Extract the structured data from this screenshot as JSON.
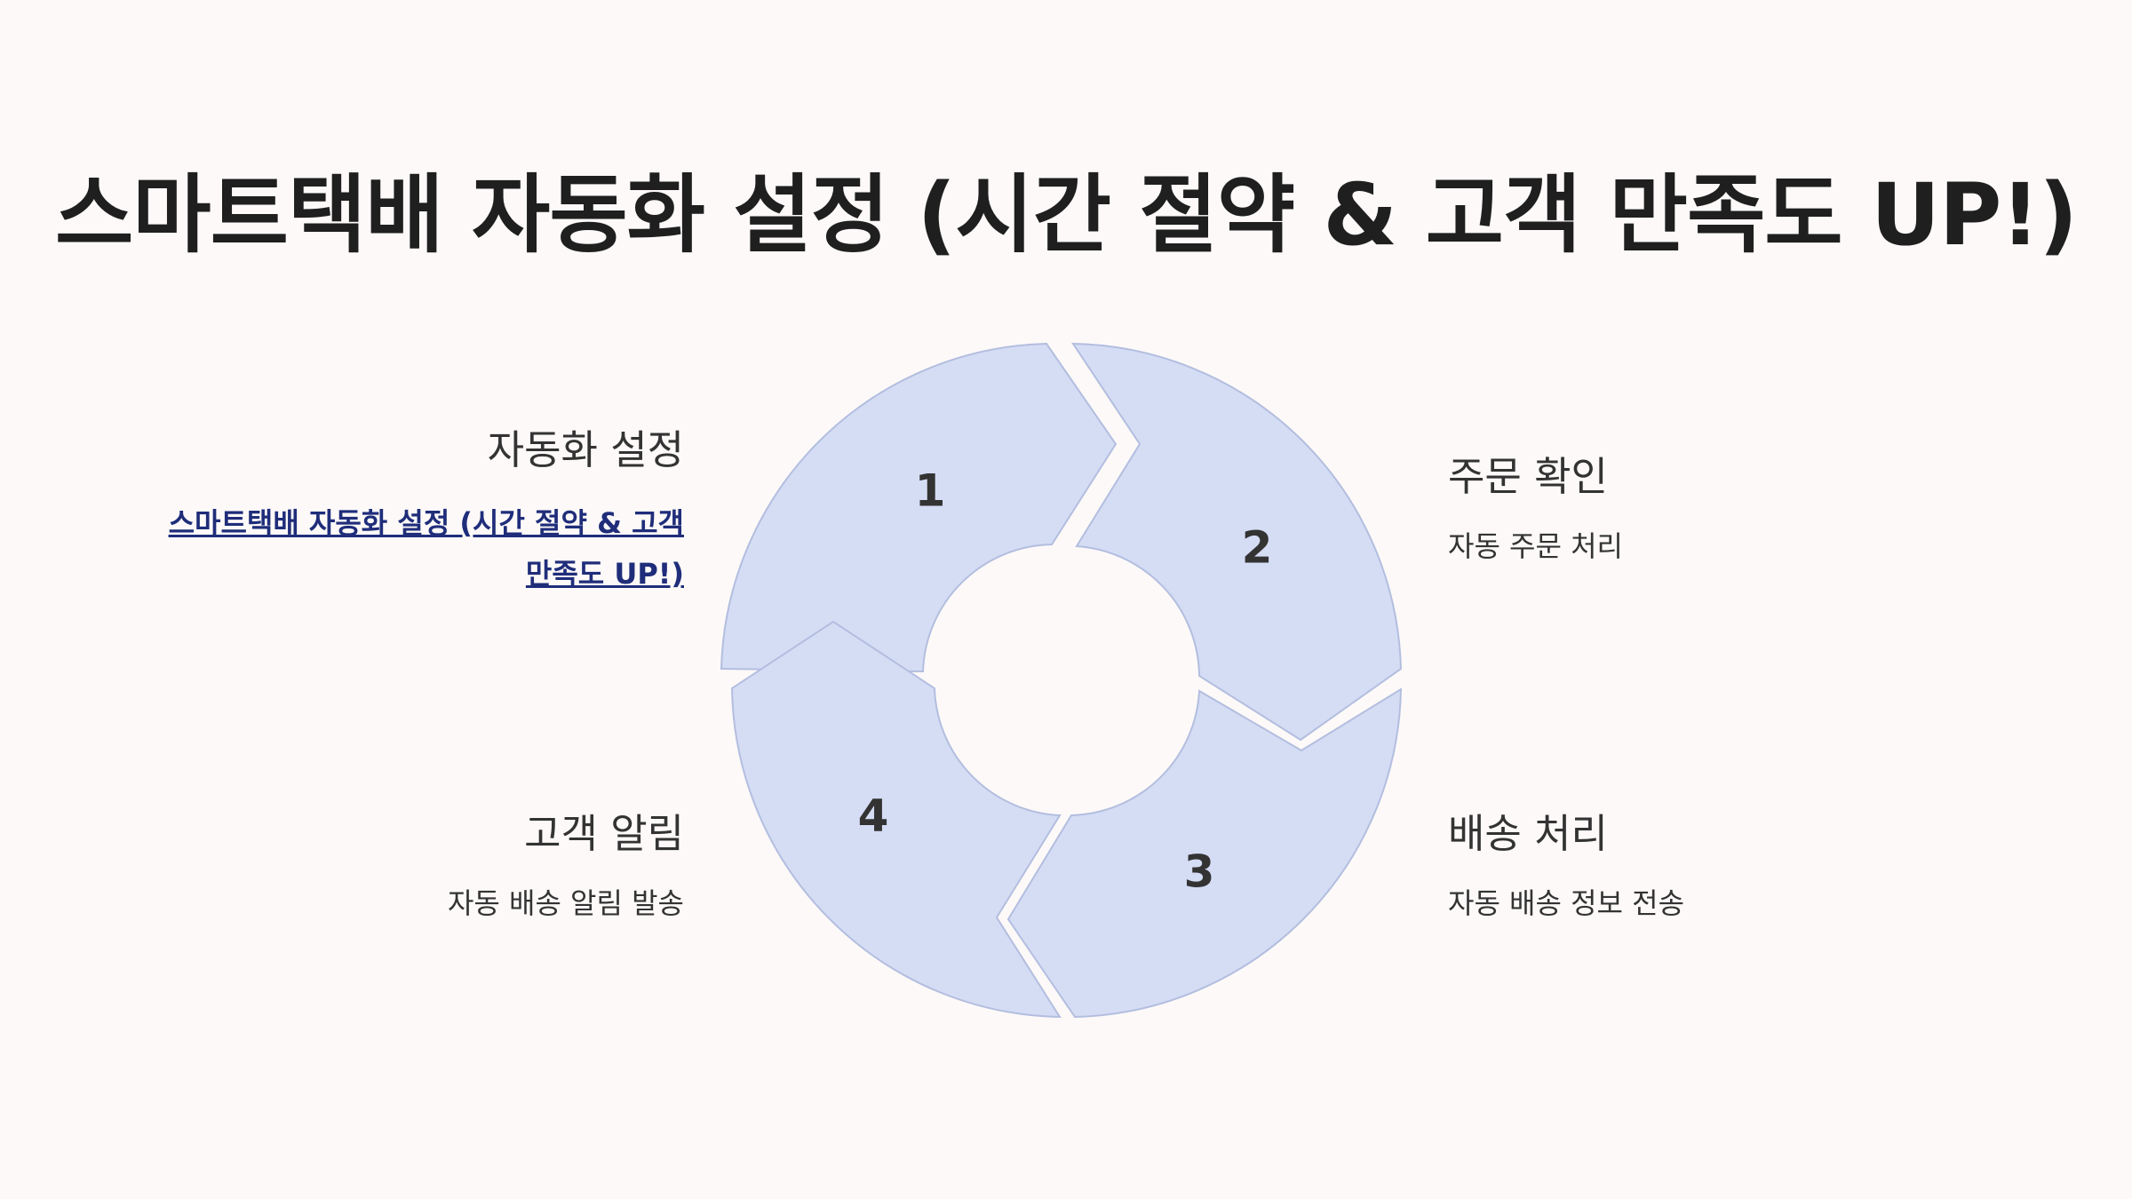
{
  "title": "스마트택배 자동화 설정 (시간 절약 & 고객 만족도 UP!)",
  "colors": {
    "background": "#fcf9f8",
    "segment_fill": "#d5ddf5",
    "segment_stroke": "#b3bedf",
    "text": "#333333",
    "link": "#1f2d7a"
  },
  "diagram": {
    "type": "cycle",
    "steps": [
      {
        "number": "1",
        "title": "자동화 설정",
        "link_text": "스마트택배 자동화 설정 (시간 절약 & 고객 만족도 UP!)"
      },
      {
        "number": "2",
        "title": "주문 확인",
        "description": "자동 주문 처리"
      },
      {
        "number": "3",
        "title": "배송 처리",
        "description": "자동 배송 정보 전송"
      },
      {
        "number": "4",
        "title": "고객 알림",
        "description": "자동 배송 알림 발송"
      }
    ]
  }
}
